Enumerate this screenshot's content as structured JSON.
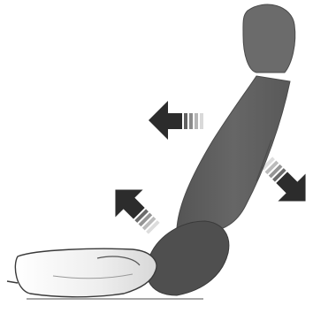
{
  "figure": {
    "subject": "seat-backrest-recline-adjustment",
    "arrows": [
      {
        "name": "recline-forward-arrow",
        "direction": "left"
      },
      {
        "name": "recline-backward-arrow",
        "direction": "down-right"
      },
      {
        "name": "cushion-tilt-up-arrow",
        "direction": "up-left"
      }
    ]
  },
  "colors": {
    "backrest": "#5e5e5e",
    "headrest": "#6b6b6b",
    "seat_side": "#4f4f4f",
    "cushion_outline": "#3a3a3a",
    "cushion_fill": "#f2f2f2",
    "arrow_dark": "#2c2c2c",
    "background": "#ffffff"
  }
}
